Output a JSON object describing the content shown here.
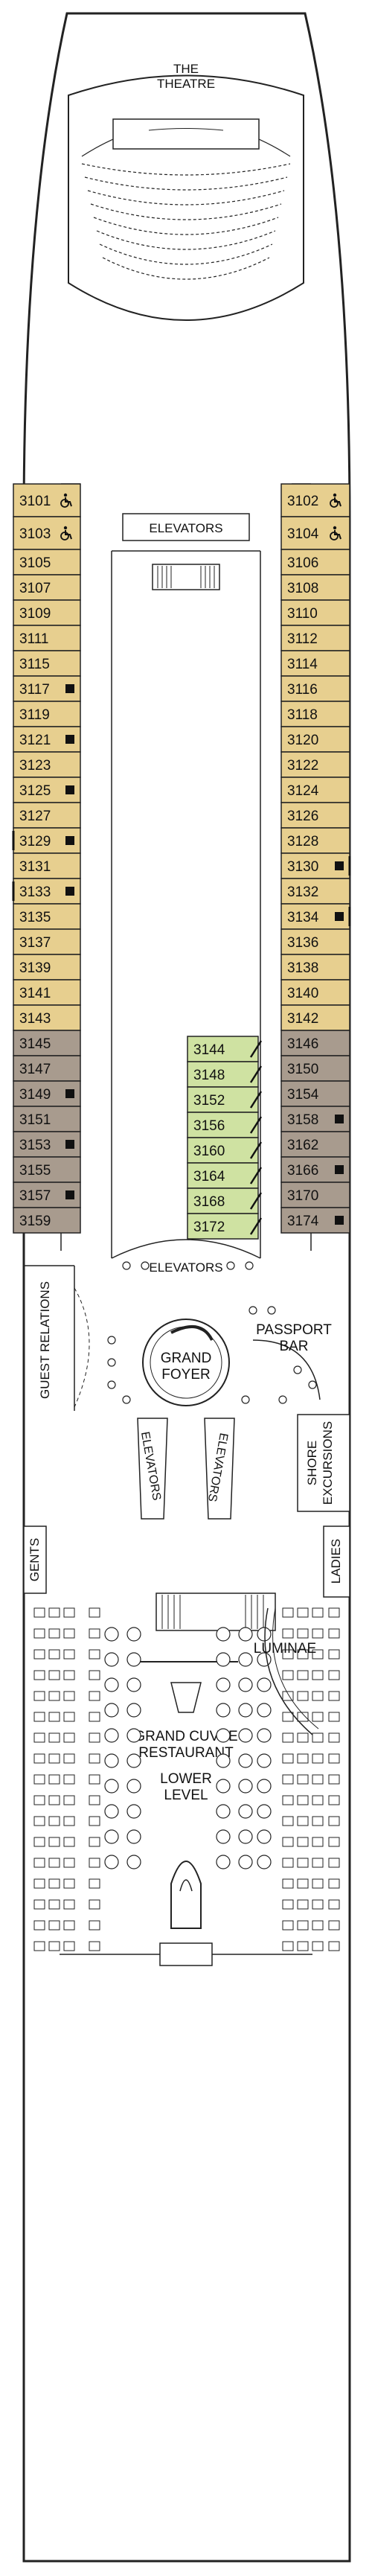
{
  "colors": {
    "suite": "#e7cf8f",
    "oceanview": "#a89b8e",
    "balcony": "#cfe2a2",
    "outline": "#222222",
    "background": "#ffffff"
  },
  "icons": {
    "accessible": "wheelchair-icon",
    "connecting": "black-square-icon",
    "balcony_partition": "diagonal-line-icon"
  },
  "labels": {
    "theatre_line1": "THE",
    "theatre_line2": "THEATRE",
    "elevators_top": "ELEVATORS",
    "elevators_mid": "ELEVATORS",
    "elevators_left": "ELEVATORS",
    "elevators_right": "ELEVATORS",
    "passport_bar_line1": "PASSPORT",
    "passport_bar_line2": "BAR",
    "grand_foyer_line1": "GRAND",
    "grand_foyer_line2": "FOYER",
    "guest_relations": "GUEST RELATIONS",
    "shore_excursions_line1": "SHORE",
    "shore_excursions_line2": "EXCURSIONS",
    "gents": "GENTS",
    "ladies": "LADIES",
    "luminae": "LUMINAE",
    "grand_cuvee_line1": "GRAND CUVEE",
    "grand_cuvee_line2": "RESTAURANT",
    "lower_level_line1": "LOWER",
    "lower_level_line2": "LEVEL"
  },
  "cabins_left": [
    {
      "no": "3101",
      "type": "suite",
      "accessible": true
    },
    {
      "no": "3103",
      "type": "suite",
      "accessible": true
    },
    {
      "no": "3105",
      "type": "suite"
    },
    {
      "no": "3107",
      "type": "suite"
    },
    {
      "no": "3109",
      "type": "suite"
    },
    {
      "no": "3111",
      "type": "suite"
    },
    {
      "no": "3115",
      "type": "suite"
    },
    {
      "no": "3117",
      "type": "suite",
      "connecting": true
    },
    {
      "no": "3119",
      "type": "suite"
    },
    {
      "no": "3121",
      "type": "suite",
      "connecting": true
    },
    {
      "no": "3123",
      "type": "suite"
    },
    {
      "no": "3125",
      "type": "suite",
      "connecting": true
    },
    {
      "no": "3127",
      "type": "suite"
    },
    {
      "no": "3129",
      "type": "suite",
      "connecting": true
    },
    {
      "no": "3131",
      "type": "suite"
    },
    {
      "no": "3133",
      "type": "suite",
      "connecting": true
    },
    {
      "no": "3135",
      "type": "suite"
    },
    {
      "no": "3137",
      "type": "suite"
    },
    {
      "no": "3139",
      "type": "suite"
    },
    {
      "no": "3141",
      "type": "suite"
    },
    {
      "no": "3143",
      "type": "suite"
    },
    {
      "no": "3145",
      "type": "oceanview"
    },
    {
      "no": "3147",
      "type": "oceanview"
    },
    {
      "no": "3149",
      "type": "oceanview",
      "connecting": true
    },
    {
      "no": "3151",
      "type": "oceanview"
    },
    {
      "no": "3153",
      "type": "oceanview",
      "connecting": true
    },
    {
      "no": "3155",
      "type": "oceanview"
    },
    {
      "no": "3157",
      "type": "oceanview",
      "connecting": true
    },
    {
      "no": "3159",
      "type": "oceanview"
    }
  ],
  "cabins_right": [
    {
      "no": "3102",
      "type": "suite",
      "accessible": true
    },
    {
      "no": "3104",
      "type": "suite",
      "accessible": true
    },
    {
      "no": "3106",
      "type": "suite"
    },
    {
      "no": "3108",
      "type": "suite"
    },
    {
      "no": "3110",
      "type": "suite"
    },
    {
      "no": "3112",
      "type": "suite"
    },
    {
      "no": "3114",
      "type": "suite"
    },
    {
      "no": "3116",
      "type": "suite"
    },
    {
      "no": "3118",
      "type": "suite"
    },
    {
      "no": "3120",
      "type": "suite"
    },
    {
      "no": "3122",
      "type": "suite"
    },
    {
      "no": "3124",
      "type": "suite"
    },
    {
      "no": "3126",
      "type": "suite"
    },
    {
      "no": "3128",
      "type": "suite"
    },
    {
      "no": "3130",
      "type": "suite",
      "connecting": true
    },
    {
      "no": "3132",
      "type": "suite"
    },
    {
      "no": "3134",
      "type": "suite",
      "connecting": true
    },
    {
      "no": "3136",
      "type": "suite"
    },
    {
      "no": "3138",
      "type": "suite"
    },
    {
      "no": "3140",
      "type": "suite"
    },
    {
      "no": "3142",
      "type": "suite"
    },
    {
      "no": "3146",
      "type": "oceanview"
    },
    {
      "no": "3150",
      "type": "oceanview"
    },
    {
      "no": "3154",
      "type": "oceanview"
    },
    {
      "no": "3158",
      "type": "oceanview",
      "connecting": true
    },
    {
      "no": "3162",
      "type": "oceanview"
    },
    {
      "no": "3166",
      "type": "oceanview",
      "connecting": true
    },
    {
      "no": "3170",
      "type": "oceanview"
    },
    {
      "no": "3174",
      "type": "oceanview",
      "connecting": true
    }
  ],
  "cabins_inside": [
    {
      "no": "3144",
      "type": "balcony"
    },
    {
      "no": "3148",
      "type": "balcony"
    },
    {
      "no": "3152",
      "type": "balcony"
    },
    {
      "no": "3156",
      "type": "balcony"
    },
    {
      "no": "3160",
      "type": "balcony"
    },
    {
      "no": "3164",
      "type": "balcony"
    },
    {
      "no": "3168",
      "type": "balcony"
    },
    {
      "no": "3172",
      "type": "balcony"
    }
  ]
}
